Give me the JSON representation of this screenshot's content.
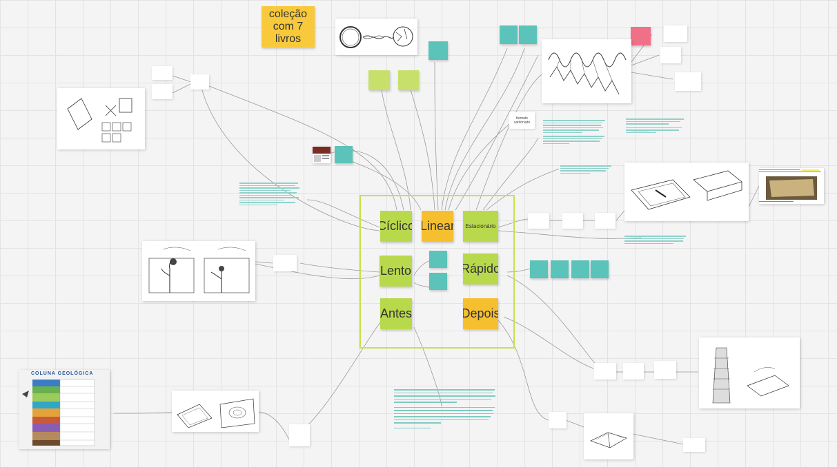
{
  "title_note": "coleção com 7 livros",
  "center": {
    "ciclico": "Cíclico",
    "linear": "Linear",
    "estacionario": "Estacionário",
    "lento": "Lento",
    "rapido": "Rápido",
    "antes": "Antes",
    "depois": "Depois"
  },
  "middle_notes": {
    "upper": "",
    "lower": ""
  },
  "top_notes": {
    "lime_left": "",
    "lime_right": "",
    "teal_top": "",
    "teal_a": "",
    "teal_b": "",
    "pink": "",
    "left_teal": ""
  },
  "rapido_teal": [
    "",
    "",
    "",
    ""
  ],
  "cards": {
    "formato_sanfonado": "formato sanfonado",
    "imagem_esquerda": "",
    "coluna_caption": "",
    "depois_chain": [
      "",
      "",
      ""
    ],
    "depois_right": "",
    "estacionario_chain": [
      "",
      "",
      ""
    ],
    "bottom_right": "",
    "middle_bottom": "",
    "left_top": "",
    "top_right_a": "",
    "top_right_b": "",
    "top_right_c": ""
  },
  "geo_image": {
    "title": "COLUNA GEOLÓGICA"
  },
  "colors": {
    "lime": "#b9d94c",
    "orange": "#f6bf2f",
    "teal": "#5cc3bb",
    "pink": "#f07088",
    "frame": "#c9e04a",
    "text": "#2f9e92"
  }
}
